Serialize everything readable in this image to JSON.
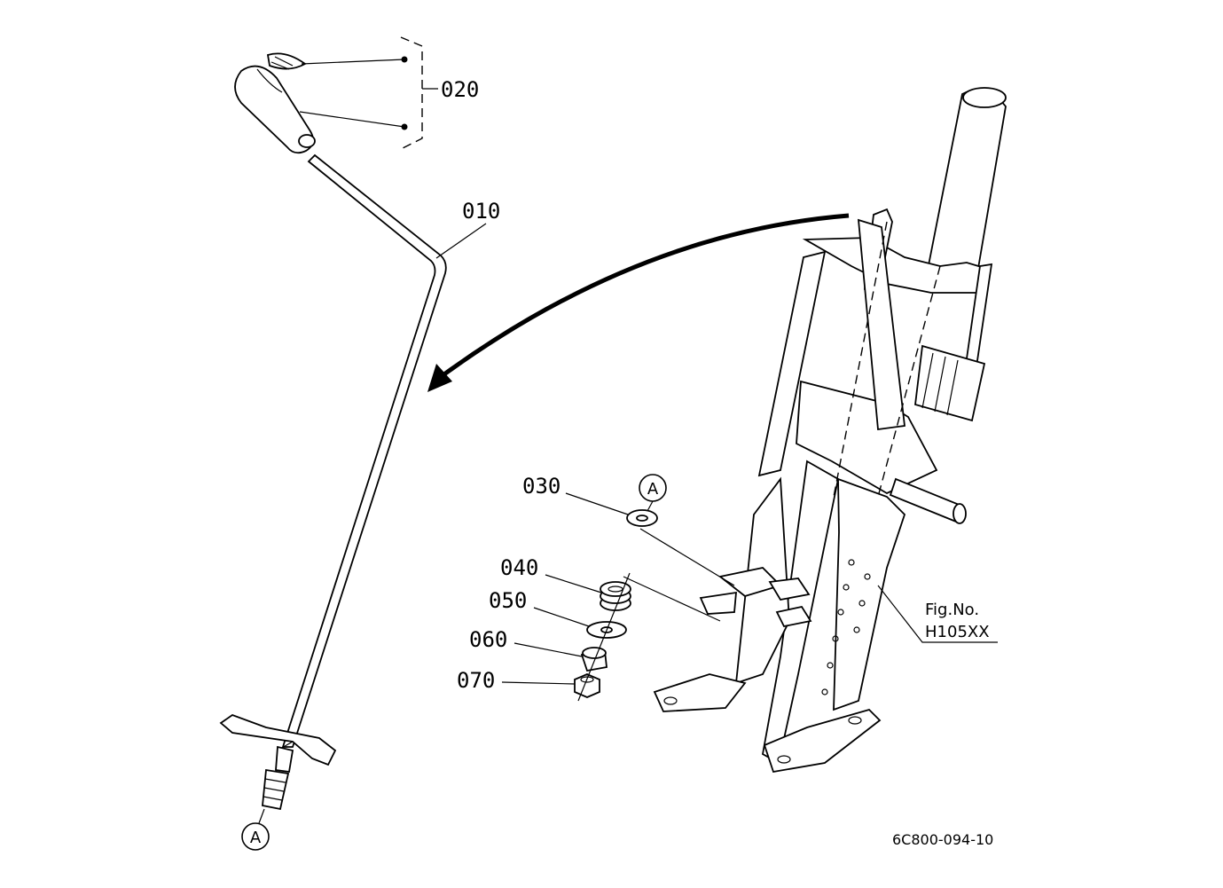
{
  "parts": [
    {
      "id": "p010",
      "label": "010"
    },
    {
      "id": "p020",
      "label": "020"
    },
    {
      "id": "p030",
      "label": "030"
    },
    {
      "id": "p040",
      "label": "040"
    },
    {
      "id": "p050",
      "label": "050"
    },
    {
      "id": "p060",
      "label": "060"
    },
    {
      "id": "p070",
      "label": "070"
    }
  ],
  "markers": {
    "a_top": "A",
    "a_bottom": "A"
  },
  "figure_ref": {
    "line1": "Fig.No.",
    "line2": "H105XX"
  },
  "drawing_code": "6C800-094-10"
}
